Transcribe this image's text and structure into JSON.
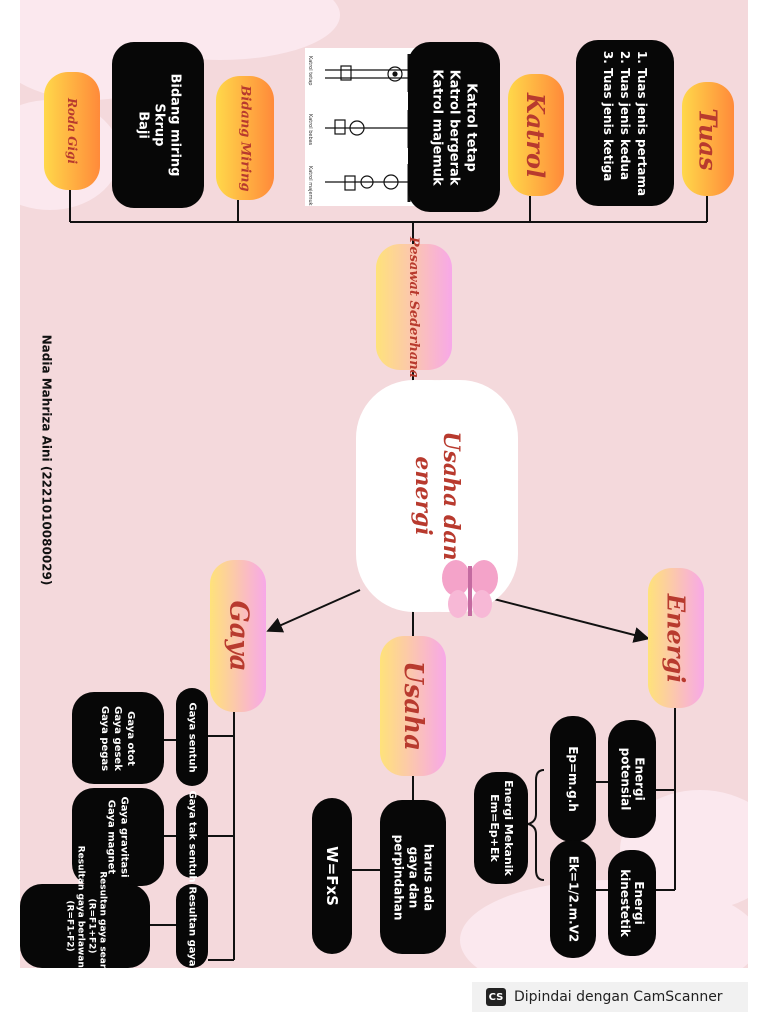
{
  "center": {
    "title": "Usaha dan energi"
  },
  "branches": {
    "pesawat": {
      "label": "Pesawat Sederhana",
      "tuas": {
        "label": "Tuas",
        "items": [
          "1. Tuas jenis pertama",
          "2. Tuas jenis kedua",
          "3. Tuas jenis ketiga"
        ]
      },
      "katrol": {
        "label": "Katrol",
        "items": [
          "Katrol tetap",
          "Katrol bergerak",
          "Katrol majemuk"
        ],
        "diagram_labels": [
          "Katrol tetap",
          "Katrol bebas",
          "Katrol majemuk"
        ]
      },
      "bidang_miring": {
        "label": "Bidang Miring"
      },
      "roda_gigi": {
        "label": "Roda Gigi"
      },
      "others_box": {
        "items": [
          "Bidang miring",
          "Skrup",
          "Baji"
        ]
      }
    },
    "gaya": {
      "label": "Gaya",
      "sentuh": {
        "label": "Gaya sentuh",
        "items": [
          "Gaya otot",
          "Gaya gesek",
          "Gaya pegas"
        ]
      },
      "tak_sentuh": {
        "label": "Gaya tak sentuh",
        "items": [
          "Gaya gravitasi",
          "Gaya magnet"
        ]
      },
      "resultan": {
        "label": "Resultan gaya",
        "items": [
          "Resultan gaya searah",
          "(R=F1+F2)",
          "Resultan gaya berlawanan arah",
          "(R=F1-F2)"
        ]
      }
    },
    "usaha": {
      "label": "Usaha",
      "desc": "harus ada gaya dan perpindahan",
      "formula": "W=FxS"
    },
    "energi": {
      "label": "Energi",
      "potensial": {
        "label": "Energi potensial",
        "formula": "Ep=m.g.h"
      },
      "kinetik": {
        "label": "Energi kinestetik",
        "formula": "Ek=1/2.m.V2"
      },
      "mekanik": {
        "label": "Energi Mekanik",
        "formula": "Em=Ep+Ek"
      }
    }
  },
  "author": "Nadia Mahriza Aini (2221010080029)",
  "scanner": {
    "logo": "CS",
    "text": "Dipindai dengan CamScanner"
  },
  "colors": {
    "background": "#f4d9dc",
    "node_black": "#070707",
    "script_text": "#b83a2e",
    "pill_orange": "#ff8a3a",
    "pill_yellow": "#ffd84a",
    "pill_pink": "#f7a8e8"
  }
}
